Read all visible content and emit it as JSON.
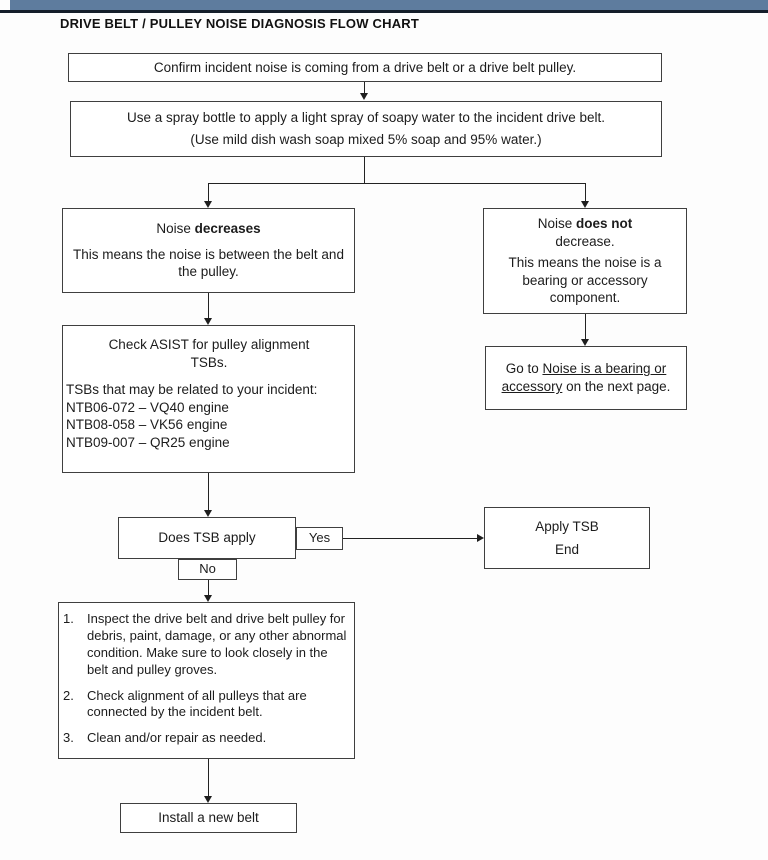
{
  "page": {
    "title": "DRIVE BELT / PULLEY NOISE DIAGNOSIS FLOW CHART",
    "accent_color": "#5e7c9e",
    "rule_color": "#141e2a"
  },
  "flowchart": {
    "confirm_box": {
      "text": "Confirm incident noise is coming from a drive belt or a drive belt pulley."
    },
    "spray_box": {
      "line1": "Use a spray bottle to apply a light spray of soapy water to the incident drive belt.",
      "line2": "(Use mild dish wash soap mixed 5% soap and 95% water.)"
    },
    "noise_decreases_box": {
      "title_prefix": "Noise ",
      "title_bold": "decreases",
      "body": "This means the noise is between the belt and the pulley."
    },
    "noise_does_not_box": {
      "title_prefix": "Noise ",
      "title_bold": "does not",
      "title_line2": "decrease.",
      "body": "This means the noise is a bearing or accessory component."
    },
    "asist_box": {
      "heading": "Check ASIST for pulley alignment TSBs.",
      "body_intro": "TSBs that may be related to your incident:",
      "tsbs": [
        "NTB06-072 – VQ40 engine",
        "NTB08-058 – VK56 engine",
        "NTB09-007 – QR25 engine"
      ]
    },
    "goto_box": {
      "prefix": "Go to ",
      "link_text": "Noise is a bearing or accessory",
      "suffix": " on the next page."
    },
    "does_tsb_box": {
      "text": "Does TSB apply"
    },
    "yes_label": "Yes",
    "no_label": "No",
    "apply_box": {
      "line1": "Apply TSB",
      "line2": "End"
    },
    "inspect_box": {
      "items": [
        {
          "num": "1.",
          "text": "Inspect the drive belt and drive belt pulley for debris, paint, damage, or any other abnormal condition. Make sure to look closely in the belt and pulley groves."
        },
        {
          "num": "2.",
          "text": "Check alignment of all pulleys that are connected by the incident belt."
        },
        {
          "num": "3.",
          "text": "Clean and/or repair as needed."
        }
      ]
    },
    "install_box": {
      "text": "Install a new belt"
    }
  }
}
